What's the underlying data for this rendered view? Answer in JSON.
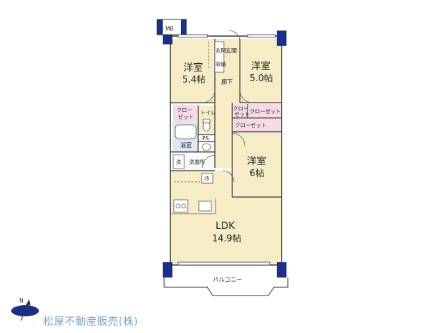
{
  "rooms": {
    "western_a": {
      "name": "洋室",
      "size": "5.4帖"
    },
    "western_b": {
      "name": "洋室",
      "size": "5.0帖"
    },
    "western_c": {
      "name": "洋室",
      "size": "6帖"
    },
    "ldk": {
      "name": "LDK",
      "size": "14.9帖"
    }
  },
  "labels": {
    "mb": "MB",
    "genkan": "玄関",
    "genkan_storage_1": "玄関",
    "genkan_storage_2": "収納",
    "hallway": "廊下",
    "closet_left_1": "クロー",
    "closet_left_2": "ゼット",
    "toilet": "トイレ",
    "ps": "PS",
    "bath": "浴室",
    "wash": "洗",
    "washroom": "洗面所",
    "fridge": "冷",
    "closet_small_1": "クロー",
    "closet_small_2": "ゼット",
    "closet_right_top": "クローゼット",
    "closet_right_bottom": "クローゼット",
    "balcony": "バルコニー"
  },
  "compass": {
    "north": "N"
  },
  "company": "松屋不動産販売(株)",
  "colors": {
    "floor": "#f6ecc6",
    "wall": "#1b2f86",
    "closet": "#f6dbe4",
    "bath": "#dce9f5",
    "outline": "#333333"
  }
}
